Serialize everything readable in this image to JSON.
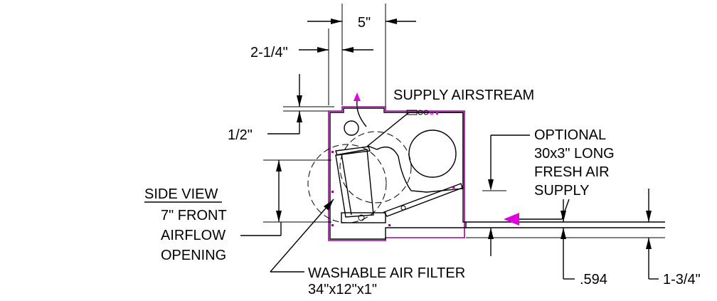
{
  "labels": {
    "dim_5": "5\"",
    "dim_2_1_4": "2-1/4\"",
    "dim_1_2": "1/2\"",
    "supply_airstream": "SUPPLY AIRSTREAM",
    "side_view": "SIDE VIEW",
    "front_opening": [
      "7\" FRONT",
      "AIRFLOW",
      "OPENING"
    ],
    "optional_fresh_air": [
      "OPTIONAL",
      "30x3\" LONG",
      "FRESH AIR",
      "SUPPLY"
    ],
    "air_filter": [
      "WASHABLE AIR FILTER",
      "34\"x12\"x1\""
    ],
    "dim_594": ".594",
    "dim_1_3_4": "1-3/4\""
  },
  "colors": {
    "line": "#000000",
    "accent": "#a000a0",
    "arrow_accent": "#e000e0"
  }
}
